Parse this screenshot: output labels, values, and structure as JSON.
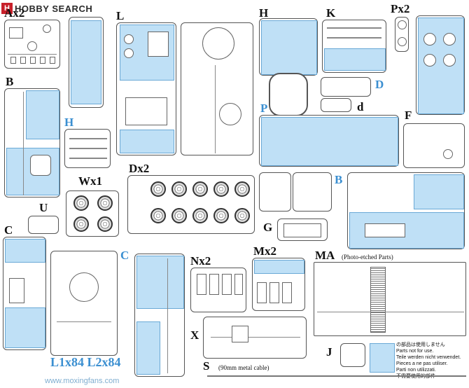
{
  "logo": {
    "badge": "H",
    "text": "HOBBY SEARCH"
  },
  "labels": {
    "ax2": "Ax2",
    "b_left": "B",
    "c_left": "C",
    "h_small": "H",
    "l_top": "L",
    "h_top": "H",
    "k": "K",
    "px2": "Px2",
    "d_blue": "D",
    "d": "d",
    "p": "P",
    "f": "F",
    "dx2": "Dx2",
    "wx1": "Wx1",
    "u": "U",
    "b_right": "B",
    "g": "G",
    "c_mid": "C",
    "nx2": "Nx2",
    "mx2": "Mx2",
    "ma": "MA",
    "x": "X",
    "j": "J",
    "s": "S",
    "l1_l2": "L1x84 L2x84"
  },
  "captions": {
    "photo_etched": "(Photo-etched Parts)",
    "metal_cable": "(90mm metal cable)"
  },
  "notice": {
    "lines": [
      "の部品は使用しません",
      "Parts not for use.",
      "Teile werden nicht verwendet.",
      "Pieces a ne pas utiliser.",
      "Parti non utilizzati.",
      "不需要使用的部件"
    ]
  },
  "watermark": "www.moxingfans.com",
  "colors": {
    "accent_blue": "#3b8fd1",
    "highlight": "#bfe0f6"
  }
}
